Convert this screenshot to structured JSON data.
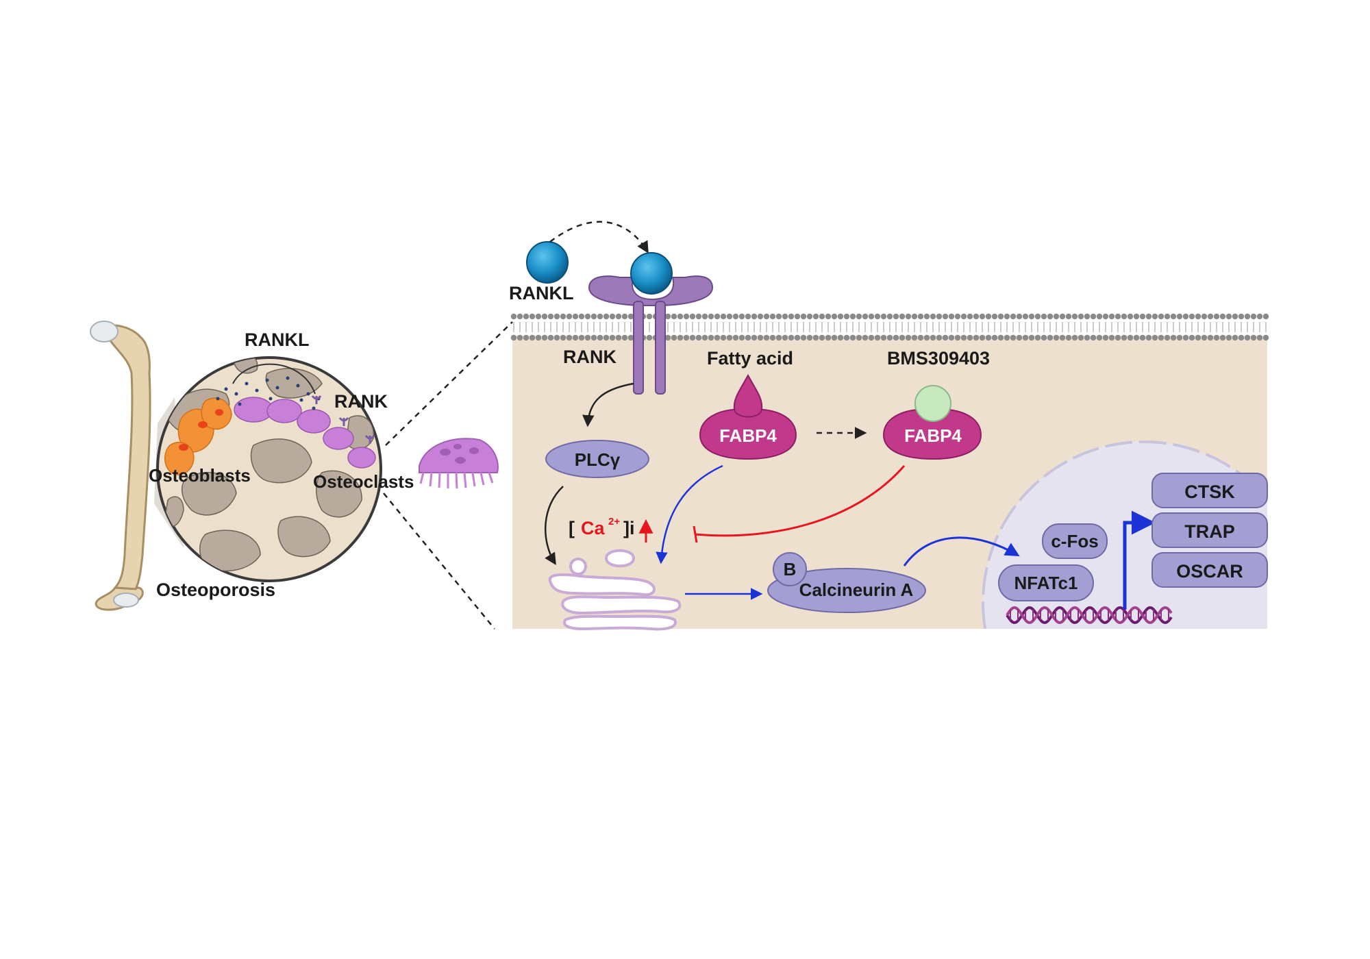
{
  "left_panel": {
    "rankl_label": "RANKL",
    "rank_label": "RANK",
    "osteoblasts_label": "Osteoblasts",
    "osteoclasts_label": "Osteoclasts",
    "osteoporosis_label": "Osteoporosis"
  },
  "right_panel": {
    "rankl_label": "RANKL",
    "rank_label": "RANK",
    "fatty_acid_label": "Fatty acid",
    "bms_label": "BMS309403",
    "fabp4_label_1": "FABP4",
    "fabp4_label_2": "FABP4",
    "plcg_label": "PLCγ",
    "ca_bracket_open": "[",
    "ca_label": "Ca",
    "ca_superscript": "2+",
    "ca_bracket_close": "]i",
    "calcineurin_b_label": "B",
    "calcineurin_a_label": "Calcineurin A",
    "cfos_label": "c-Fos",
    "nfatc1_label": "NFATc1",
    "genes": [
      "CTSK",
      "TRAP",
      "OSCAR"
    ]
  },
  "colors": {
    "cytoplasm": "#ede0cf",
    "nucleus": "#e6e3f0",
    "purple_protein": "#a39fd3",
    "fabp4": "#c2388a",
    "rank_receptor": "#9c79b8",
    "rankl_ball": "#1a8fc7",
    "inhibitor_ball": "#c8e8c0",
    "ca_red": "#e8141e",
    "blue_arrow": "#1c33d8",
    "bone": "#e6d3b0",
    "osteoblast": "#f39137",
    "osteoclast": "#c77fd8"
  }
}
